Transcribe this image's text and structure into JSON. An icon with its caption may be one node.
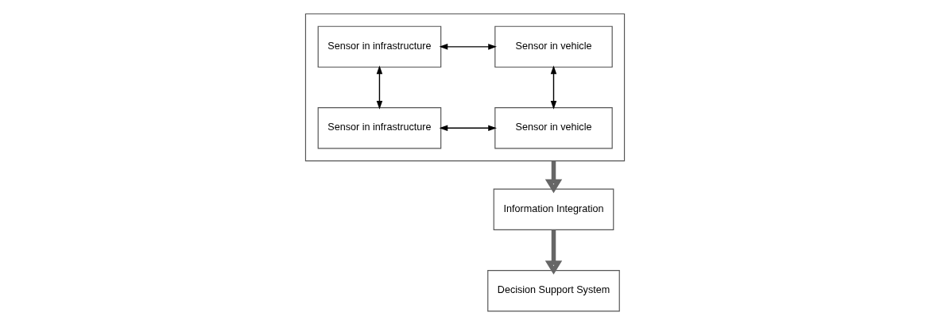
{
  "diagram": {
    "nodes": [
      {
        "text": [],
        "shape": "box"
      },
      {
        "text": [
          "Sensor in infrastructure"
        ],
        "in": 0
      },
      {
        "text": [
          "Sensor in vehicle"
        ],
        "in": 0
      },
      {
        "text": [
          "Sensor in infrastructure"
        ],
        "in": 0
      },
      {
        "text": [
          "Sensor in vehicle"
        ],
        "in": 0
      },
      {
        "text": [
          "Information Integration"
        ]
      },
      {
        "text": [
          "Decision Support System"
        ]
      }
    ],
    "edges": [
      {
        "from": 1,
        "to": 2,
        "arrow": "both"
      },
      {
        "from": 1,
        "to": 3,
        "arrow": "both"
      },
      {
        "from": 2,
        "to": 4,
        "arrow": "both"
      },
      {
        "from": 3,
        "to": 4,
        "arrow": "both"
      },
      {
        "from": 0,
        "to": 5,
        "arrow": "to",
        "style": "thick",
        "color": "#666666"
      },
      {
        "from": 5,
        "to": 6,
        "arrow": "to",
        "style": "thick",
        "color": "#666666"
      }
    ]
  }
}
